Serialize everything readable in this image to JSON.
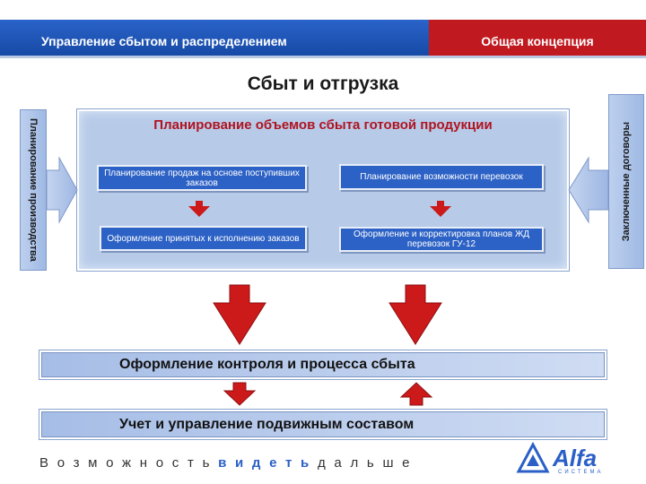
{
  "header": {
    "left_title": "Управление сбытом и распределением",
    "right_title": "Общая концепция"
  },
  "page_title": "Сбыт и отгрузка",
  "side_labels": {
    "left": "Планирование производства",
    "right": "Заключенные договоры"
  },
  "main_box": {
    "title": "Планирование объемов сбыта готовой продукции",
    "items": [
      {
        "label": "Планирование продаж на основе поступивших заказов"
      },
      {
        "label": "Планирование возможности перевозок"
      },
      {
        "label": "Оформление принятых к исполнению заказов"
      },
      {
        "label": "Оформление и корректировка планов ЖД перевозок ГУ-12"
      }
    ]
  },
  "bars": [
    {
      "label": "Оформление контроля и процесса сбыта"
    },
    {
      "label": "Учет и управление подвижным составом"
    }
  ],
  "footer": {
    "slogan_part1": "Возможность",
    "slogan_highlight": "видеть",
    "slogan_part2": "дальше",
    "logo_text": "Alfa",
    "logo_sub": "СИСТЕМА"
  },
  "colors": {
    "header_blue": "#1f55b4",
    "header_red": "#c0191f",
    "arrow_red": "#cc1a1a",
    "box_blue": "#2c61c5",
    "panel_blue": "#b7cbe9"
  }
}
